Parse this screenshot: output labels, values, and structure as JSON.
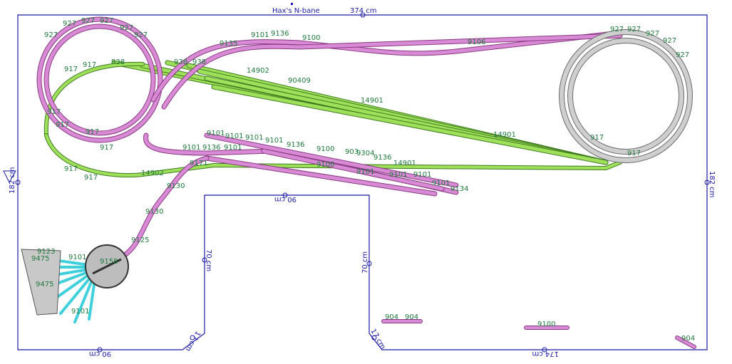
{
  "title": "Hax's N-bane",
  "dimensions": {
    "top": "374 cm",
    "left": "182 cm",
    "right": "182 cm",
    "bottom_left": "90 cm",
    "bottom_right": "174 cm",
    "inner_top": "90 cm",
    "inner_left": "70 cm",
    "inner_right": "70 cm",
    "notch_left": "17 cm",
    "notch_right": "17 cm"
  },
  "part_labels": [
    "927",
    "927",
    "927",
    "927",
    "927",
    "927",
    "927",
    "927",
    "927",
    "927",
    "927",
    "917",
    "917",
    "917",
    "917",
    "917",
    "917",
    "917",
    "917",
    "917",
    "917",
    "9135",
    "9101",
    "9136",
    "9100",
    "9106",
    "938",
    "938",
    "938",
    "14902",
    "90409",
    "14901",
    "14901",
    "9101",
    "9101",
    "9101",
    "9101",
    "9136",
    "9100",
    "903",
    "9304",
    "9136",
    "14901",
    "9100",
    "9101",
    "9101",
    "9101",
    "9101",
    "9134",
    "9101",
    "9136",
    "9101",
    "9130",
    "9125",
    "9101",
    "9130",
    "9101",
    "9123",
    "9475",
    "9475",
    "904",
    "904",
    "9100",
    "904",
    "14902",
    "9171",
    "9158"
  ],
  "colors": {
    "pink_track": "#d98ad4",
    "green_track": "#9ee05a",
    "grey_track": "#cfcfcf",
    "turntable_stalls": "#3fd0dc",
    "board_outline": "#1a1aa6",
    "labels": "#1f7a3d"
  }
}
